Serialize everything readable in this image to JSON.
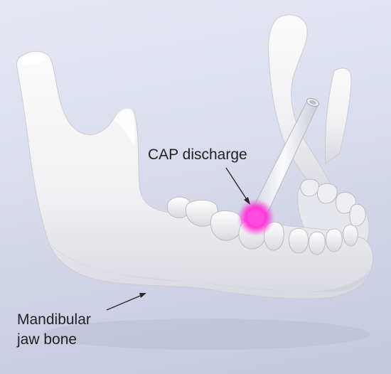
{
  "labels": {
    "cap_discharge": "CAP discharge",
    "jaw_line1": "Mandibular",
    "jaw_line2": "jaw bone"
  },
  "colors": {
    "bone": "#f4f4f4",
    "bone_shadow": "#c9cbd6",
    "plasma": "#ff2bd6",
    "background_top": "#e6e9f3",
    "background_bottom": "#c6c8df"
  }
}
